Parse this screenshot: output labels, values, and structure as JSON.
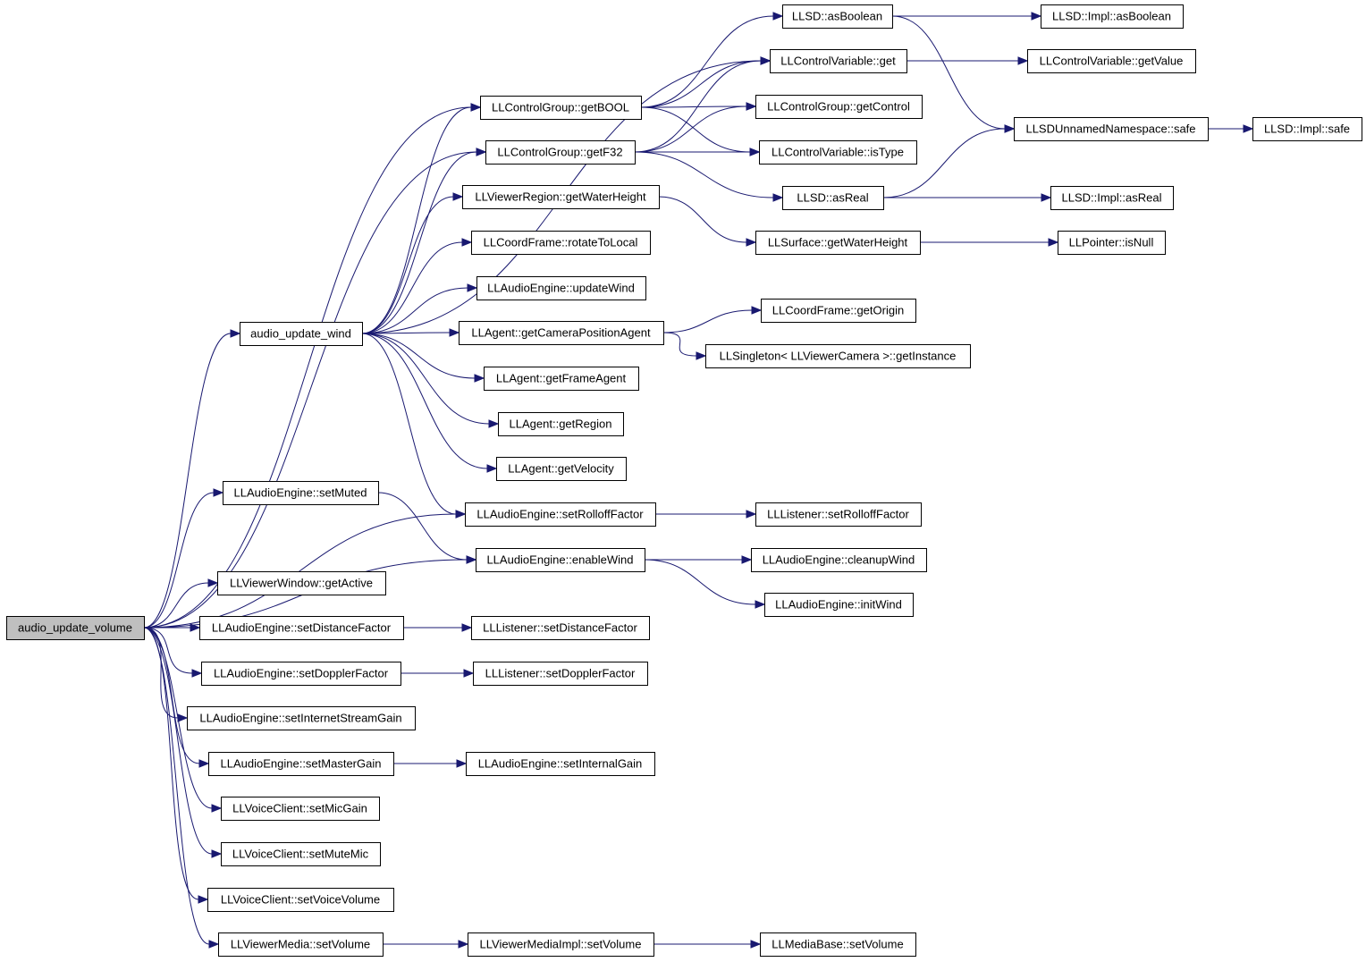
{
  "graph": {
    "colors": {
      "edge": "#191970",
      "root_fill": "#bfbfbf",
      "node_fill": "#ffffff",
      "node_border": "#000000"
    },
    "nodes": [
      {
        "id": "audio_update_volume",
        "label": "audio_update_volume",
        "root": true
      },
      {
        "id": "audio_update_wind",
        "label": "audio_update_wind"
      },
      {
        "id": "setMuted",
        "label": "LLAudioEngine::setMuted"
      },
      {
        "id": "getActive",
        "label": "LLViewerWindow::getActive"
      },
      {
        "id": "setDistanceFactor",
        "label": "LLAudioEngine::setDistanceFactor"
      },
      {
        "id": "setDopplerFactor",
        "label": "LLAudioEngine::setDopplerFactor"
      },
      {
        "id": "setInternetStreamGain",
        "label": "LLAudioEngine::setInternetStreamGain"
      },
      {
        "id": "setMasterGain",
        "label": "LLAudioEngine::setMasterGain"
      },
      {
        "id": "setMicGain",
        "label": "LLVoiceClient::setMicGain"
      },
      {
        "id": "setMuteMic",
        "label": "LLVoiceClient::setMuteMic"
      },
      {
        "id": "setVoiceVolume",
        "label": "LLVoiceClient::setVoiceVolume"
      },
      {
        "id": "mediaSetVolume",
        "label": "LLViewerMedia::setVolume"
      },
      {
        "id": "getBOOL",
        "label": "LLControlGroup::getBOOL"
      },
      {
        "id": "getF32",
        "label": "LLControlGroup::getF32"
      },
      {
        "id": "getWaterHeight",
        "label": "LLViewerRegion::getWaterHeight"
      },
      {
        "id": "rotateToLocal",
        "label": "LLCoordFrame::rotateToLocal"
      },
      {
        "id": "updateWind",
        "label": "LLAudioEngine::updateWind"
      },
      {
        "id": "getCameraPositionAgent",
        "label": "LLAgent::getCameraPositionAgent"
      },
      {
        "id": "getFrameAgent",
        "label": "LLAgent::getFrameAgent"
      },
      {
        "id": "getRegion",
        "label": "LLAgent::getRegion"
      },
      {
        "id": "getVelocity",
        "label": "LLAgent::getVelocity"
      },
      {
        "id": "setRolloffFactor",
        "label": "LLAudioEngine::setRolloffFactor"
      },
      {
        "id": "enableWind",
        "label": "LLAudioEngine::enableWind"
      },
      {
        "id": "listenerSetDistanceFactor",
        "label": "LLListener::setDistanceFactor"
      },
      {
        "id": "listenerSetDopplerFactor",
        "label": "LLListener::setDopplerFactor"
      },
      {
        "id": "setInternalGain",
        "label": "LLAudioEngine::setInternalGain"
      },
      {
        "id": "mediaImplSetVolume",
        "label": "LLViewerMediaImpl::setVolume"
      },
      {
        "id": "asBoolean",
        "label": "LLSD::asBoolean"
      },
      {
        "id": "cvGet",
        "label": "LLControlVariable::get"
      },
      {
        "id": "getControl",
        "label": "LLControlGroup::getControl"
      },
      {
        "id": "isType",
        "label": "LLControlVariable::isType"
      },
      {
        "id": "asReal",
        "label": "LLSD::asReal"
      },
      {
        "id": "surfaceGetWaterHeight",
        "label": "LLSurface::getWaterHeight"
      },
      {
        "id": "getOrigin",
        "label": "LLCoordFrame::getOrigin"
      },
      {
        "id": "getInstance",
        "label": "LLSingleton< LLViewerCamera >::getInstance"
      },
      {
        "id": "listenerSetRolloffFactor",
        "label": "LLListener::setRolloffFactor"
      },
      {
        "id": "cleanupWind",
        "label": "LLAudioEngine::cleanupWind"
      },
      {
        "id": "initWind",
        "label": "LLAudioEngine::initWind"
      },
      {
        "id": "mediaBaseSetVolume",
        "label": "LLMediaBase::setVolume"
      },
      {
        "id": "implAsBoolean",
        "label": "LLSD::Impl::asBoolean"
      },
      {
        "id": "getValue",
        "label": "LLControlVariable::getValue"
      },
      {
        "id": "safe",
        "label": "LLSDUnnamedNamespace::safe"
      },
      {
        "id": "implSafe",
        "label": "LLSD::Impl::safe"
      },
      {
        "id": "implAsReal",
        "label": "LLSD::Impl::asReal"
      },
      {
        "id": "isNull",
        "label": "LLPointer::isNull"
      }
    ],
    "edges": [
      [
        "audio_update_volume",
        "audio_update_wind"
      ],
      [
        "audio_update_volume",
        "getBOOL"
      ],
      [
        "audio_update_volume",
        "getF32"
      ],
      [
        "audio_update_volume",
        "setMuted"
      ],
      [
        "audio_update_volume",
        "setRolloffFactor"
      ],
      [
        "audio_update_volume",
        "enableWind"
      ],
      [
        "audio_update_volume",
        "getActive"
      ],
      [
        "audio_update_volume",
        "setDistanceFactor"
      ],
      [
        "audio_update_volume",
        "setDopplerFactor"
      ],
      [
        "audio_update_volume",
        "setInternetStreamGain"
      ],
      [
        "audio_update_volume",
        "setMasterGain"
      ],
      [
        "audio_update_volume",
        "setMicGain"
      ],
      [
        "audio_update_volume",
        "setMuteMic"
      ],
      [
        "audio_update_volume",
        "setVoiceVolume"
      ],
      [
        "audio_update_volume",
        "mediaSetVolume"
      ],
      [
        "audio_update_wind",
        "getBOOL"
      ],
      [
        "audio_update_wind",
        "getF32"
      ],
      [
        "audio_update_wind",
        "getWaterHeight"
      ],
      [
        "audio_update_wind",
        "rotateToLocal"
      ],
      [
        "audio_update_wind",
        "updateWind"
      ],
      [
        "audio_update_wind",
        "getCameraPositionAgent"
      ],
      [
        "audio_update_wind",
        "getFrameAgent"
      ],
      [
        "audio_update_wind",
        "getRegion"
      ],
      [
        "audio_update_wind",
        "getVelocity"
      ],
      [
        "audio_update_wind",
        "setRolloffFactor"
      ],
      [
        "audio_update_wind",
        "cvGet"
      ],
      [
        "setMuted",
        "enableWind"
      ],
      [
        "setDistanceFactor",
        "listenerSetDistanceFactor"
      ],
      [
        "setDopplerFactor",
        "listenerSetDopplerFactor"
      ],
      [
        "setMasterGain",
        "setInternalGain"
      ],
      [
        "mediaSetVolume",
        "mediaImplSetVolume"
      ],
      [
        "mediaImplSetVolume",
        "mediaBaseSetVolume"
      ],
      [
        "getBOOL",
        "asBoolean"
      ],
      [
        "getBOOL",
        "cvGet"
      ],
      [
        "getBOOL",
        "getControl"
      ],
      [
        "getBOOL",
        "isType"
      ],
      [
        "getF32",
        "cvGet"
      ],
      [
        "getF32",
        "getControl"
      ],
      [
        "getF32",
        "isType"
      ],
      [
        "getF32",
        "asReal"
      ],
      [
        "getWaterHeight",
        "surfaceGetWaterHeight"
      ],
      [
        "getCameraPositionAgent",
        "getOrigin"
      ],
      [
        "getCameraPositionAgent",
        "getInstance"
      ],
      [
        "setRolloffFactor",
        "listenerSetRolloffFactor"
      ],
      [
        "enableWind",
        "cleanupWind"
      ],
      [
        "enableWind",
        "initWind"
      ],
      [
        "asBoolean",
        "implAsBoolean"
      ],
      [
        "asBoolean",
        "safe"
      ],
      [
        "cvGet",
        "getValue"
      ],
      [
        "asReal",
        "implAsReal"
      ],
      [
        "asReal",
        "safe"
      ],
      [
        "safe",
        "implSafe"
      ],
      [
        "surfaceGetWaterHeight",
        "isNull"
      ]
    ]
  }
}
